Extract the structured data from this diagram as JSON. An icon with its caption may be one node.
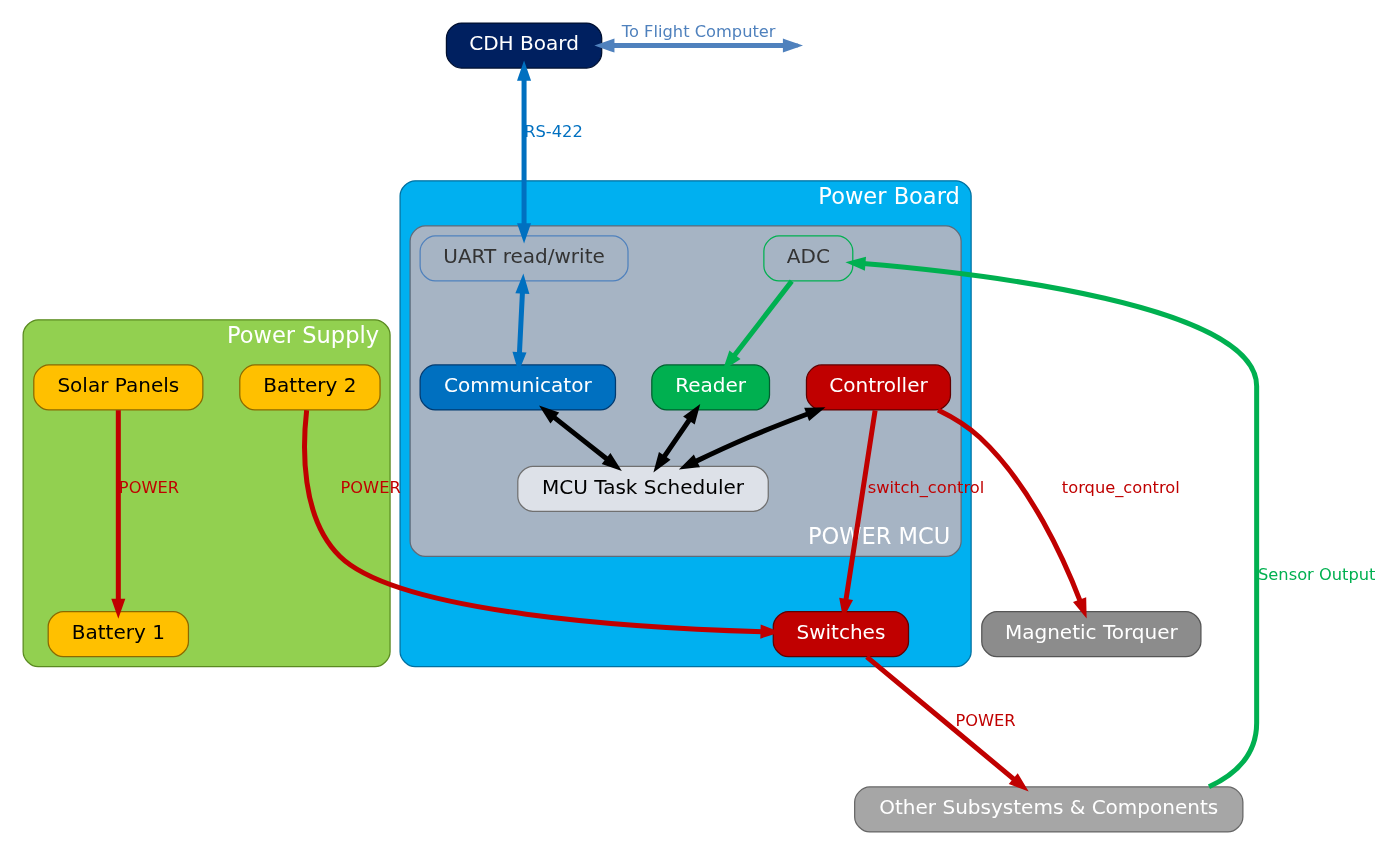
{
  "diagram": {
    "nodes": [
      {
        "text": [
          "Power Supply"
        ]
      },
      {
        "text": [
          "Solar Panels"
        ],
        "in": 0
      },
      {
        "text": [
          "Battery 1"
        ],
        "in": 0
      },
      {
        "text": [
          "Battery 2"
        ],
        "in": 0
      },
      {
        "text": [
          "Other Subsystems & Components"
        ]
      },
      {
        "text": [
          "CDH Board"
        ]
      },
      {
        "text": [
          "Power Board"
        ]
      },
      {
        "text": [
          "Switches"
        ],
        "in": 6
      },
      {
        "text": [
          "Magnetic Torquer"
        ]
      },
      {
        "text": [
          "POWER MCU"
        ],
        "in": 6
      },
      {
        "text": [
          "ADC"
        ],
        "in": 9
      },
      {
        "text": [
          "UART read/write"
        ],
        "in": 9
      },
      {
        "text": [
          "Controller"
        ],
        "in": 9
      },
      {
        "text": [
          "Reader"
        ],
        "in": 9
      },
      {
        "text": [
          "Communicator"
        ],
        "in": 9
      },
      {
        "text": [
          "MCU Task Scheduler"
        ],
        "in": 9
      }
    ],
    "edges": [
      {
        "from": 1,
        "to": 2,
        "arrow": "to",
        "label": "POWER",
        "color": "#c00000"
      },
      {
        "from": 3,
        "to": 7,
        "arrow": "to",
        "label": "POWER",
        "color": "#c00000"
      },
      {
        "from": 7,
        "to": 4,
        "arrow": "to",
        "label": "POWER",
        "color": "#c00000"
      },
      {
        "from": 4,
        "to": 10,
        "arrow": "to",
        "label": "Sensor Output",
        "color": "#00b050"
      },
      {
        "from": 5,
        "to": 11,
        "arrow": "both",
        "label": "RS-422",
        "color": "#0070c0"
      },
      {
        "from": 5,
        "to": null,
        "arrow": "both",
        "label": "To Flight Computer",
        "color": "#4f81bd"
      },
      {
        "from": 10,
        "to": 13,
        "arrow": "to",
        "color": "#00b050"
      },
      {
        "from": 11,
        "to": 14,
        "arrow": "both",
        "color": "#0070c0"
      },
      {
        "from": 12,
        "to": 7,
        "arrow": "to",
        "label": "switch_control",
        "color": "#c00000"
      },
      {
        "from": 12,
        "to": 8,
        "arrow": "to",
        "label": "torque_control",
        "color": "#c00000"
      },
      {
        "from": 12,
        "to": 15,
        "arrow": "both",
        "color": "#000000"
      },
      {
        "from": 13,
        "to": 15,
        "arrow": "both",
        "color": "#000000"
      },
      {
        "from": 14,
        "to": 15,
        "arrow": "both",
        "color": "#000000"
      }
    ]
  }
}
